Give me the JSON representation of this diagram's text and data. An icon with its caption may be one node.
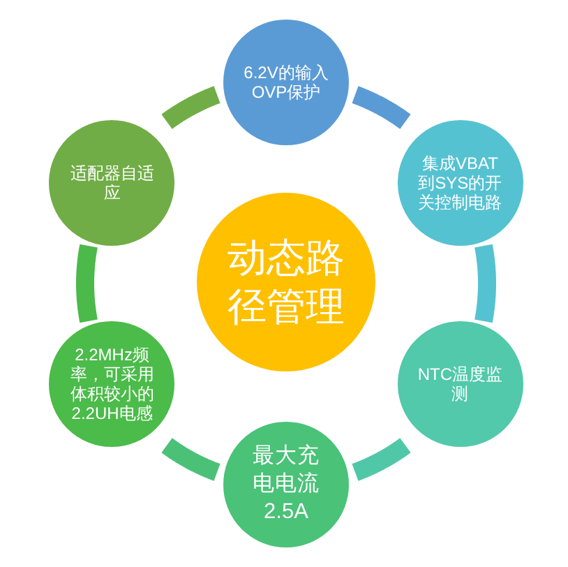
{
  "diagram": {
    "nodes": [
      {
        "text": [
          "动态路径管理"
        ]
      },
      {
        "text": [
          "6.2V的输入OVP保护"
        ]
      },
      {
        "text": [
          "集成VBAT到SYS的开关控制电路"
        ]
      },
      {
        "text": [
          "NTC温度监测"
        ]
      },
      {
        "text": [
          "最大充电电流2.5A"
        ]
      },
      {
        "text": [
          "2.2MHz频率，可采用体积较小的2.2UH电感"
        ]
      },
      {
        "text": [
          "适配器自适应"
        ]
      }
    ],
    "edges": [
      {
        "from": 1,
        "to": 2,
        "arrow": "none",
        "color": "#5b9bd5"
      },
      {
        "from": 2,
        "to": 3,
        "arrow": "none",
        "color": "#55c2d1"
      },
      {
        "from": 3,
        "to": 4,
        "arrow": "none",
        "color": "#50c8a8"
      },
      {
        "from": 4,
        "to": 5,
        "arrow": "none",
        "color": "#4bc177"
      },
      {
        "from": 5,
        "to": 6,
        "arrow": "none",
        "color": "#4cb94b"
      },
      {
        "from": 6,
        "to": 1,
        "arrow": "none",
        "color": "#70ad47"
      }
    ]
  }
}
